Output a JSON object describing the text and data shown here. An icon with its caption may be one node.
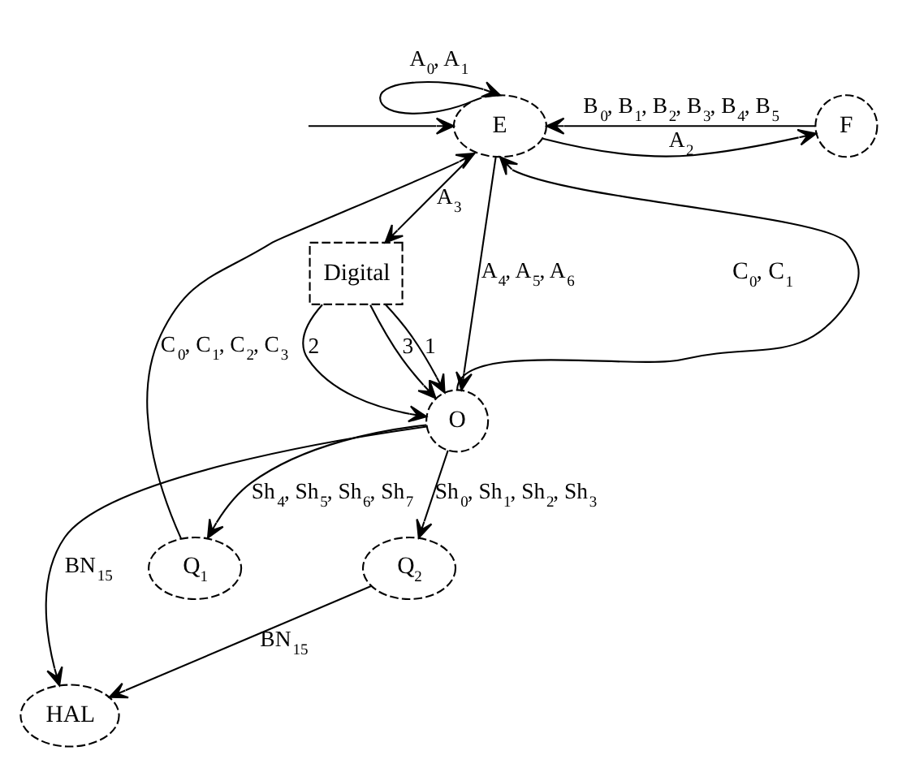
{
  "diagram": {
    "nodes": [
      {
        "text": [
          "E"
        ]
      },
      {
        "text": [
          "F"
        ]
      },
      {
        "text": [
          "Digital"
        ]
      },
      {
        "text": [
          "O"
        ]
      },
      {
        "text": [
          "HAL"
        ]
      },
      {
        "text": [
          "Q$_{1}$"
        ]
      },
      {
        "text": [
          "Q$_{2}$"
        ]
      }
    ],
    "edges": [
      {
        "from": 0,
        "to": 0,
        "arrow": "to",
        "label": "A$_{0}$, A$_{1}$"
      },
      {
        "from": 1,
        "to": 0,
        "arrow": "to",
        "label": "B$_{0}$, B$_{1}$, B$_{2}$, B$_{3}$, B$_{4}$, B$_{5}$"
      },
      {
        "from": 0,
        "to": 1,
        "arrow": "to",
        "label": "A$_{2}$"
      },
      {
        "from": null,
        "to": 0,
        "arrow": "to"
      },
      {
        "from": 5,
        "to": 0,
        "arrow": "to",
        "label": "C$_{0}$, C$_{1}$, C$_{2}$, C$_{3}$"
      },
      {
        "from": 0,
        "to": 3,
        "arrow": "to",
        "label": "A$_{4}$, A$_{5}$, A$_{6}$"
      },
      {
        "from": 3,
        "to": 0,
        "arrow": "to"
      },
      {
        "from": 0,
        "to": 2,
        "arrow": "to",
        "label": "A$_{3}$"
      },
      {
        "from": 2,
        "to": 3,
        "arrow": "to",
        "label": "1"
      },
      {
        "from": 2,
        "to": 3,
        "arrow": "to",
        "label": "2"
      },
      {
        "from": 2,
        "to": 3,
        "arrow": "to",
        "label": "3"
      },
      {
        "from": 3,
        "to": 4,
        "arrow": "to",
        "label": "BN$_{15}$"
      },
      {
        "from": 3,
        "to": 5,
        "arrow": "to",
        "label": "Sh$_{4}$, Sh$_{5}$, Sh$_{6}$, Sh$_{7}$"
      },
      {
        "from": 3,
        "to": 6,
        "arrow": "to",
        "label": "Sh$_{0}$, Sh$_{1}$, Sh$_{2}$, Sh$_{3}$"
      },
      {
        "from": 6,
        "to": 4,
        "arrow": "to",
        "label": "BN$_{15}$"
      }
    ],
    "labels": [
      "C$_{0}$, C$_{1}$"
    ]
  }
}
